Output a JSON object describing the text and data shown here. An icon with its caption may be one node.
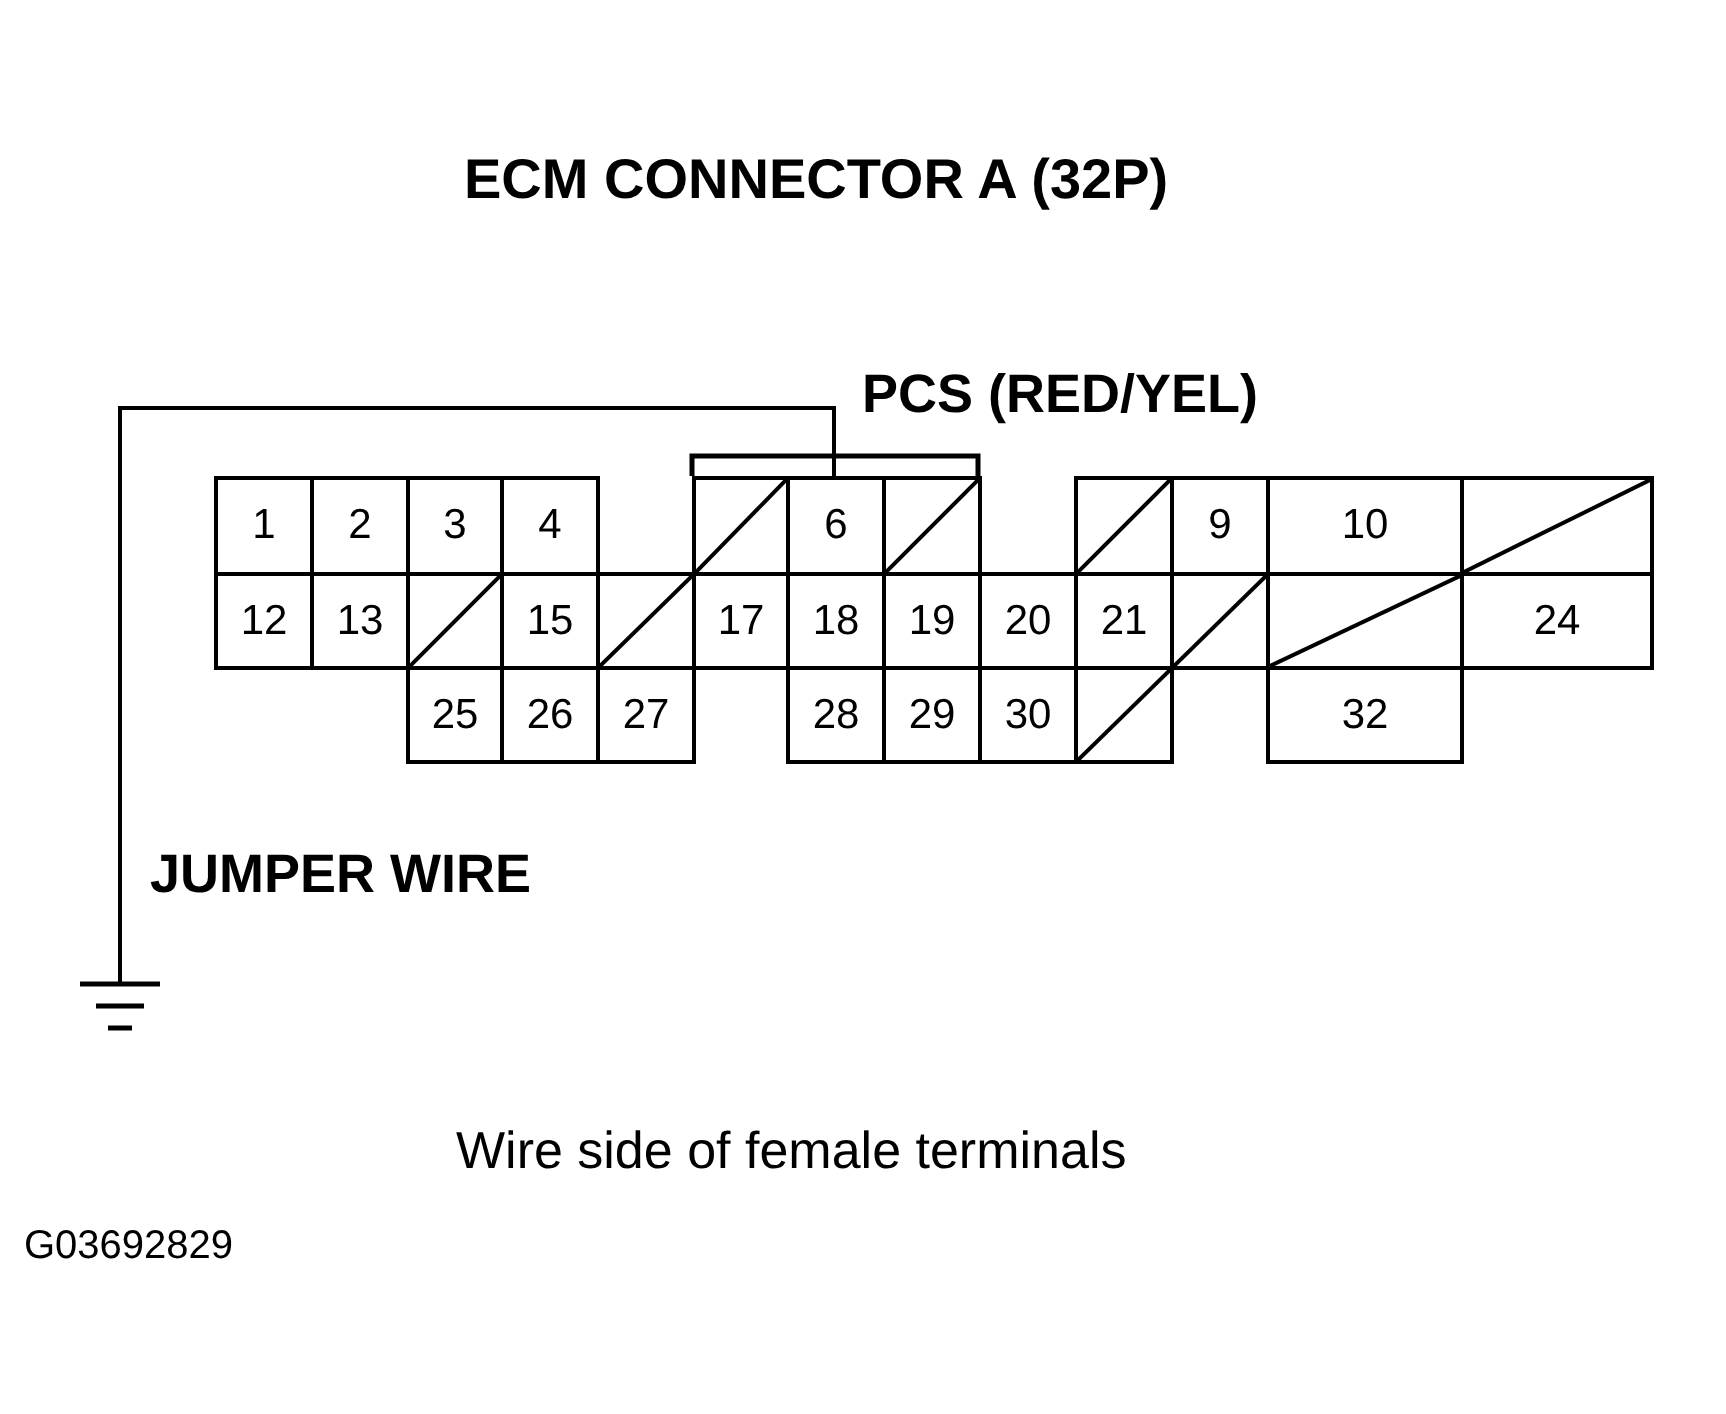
{
  "diagram": {
    "title": "ECM CONNECTOR A (32P)",
    "caption": "Wire side of female terminals",
    "nodes": [
      {
        "text": [
          "1"
        ]
      },
      {
        "text": [
          "2"
        ]
      },
      {
        "text": [
          "3"
        ]
      },
      {
        "text": [
          "4"
        ]
      },
      {
        "text": [],
        "shape": "box"
      },
      {
        "text": [
          "6"
        ],
        "beside": [
          "PCS (RED/YEL)"
        ]
      },
      {
        "text": [],
        "shape": "box"
      },
      {
        "text": [],
        "shape": "box"
      },
      {
        "text": [
          "9"
        ]
      },
      {
        "text": [
          "10"
        ]
      },
      {
        "text": [],
        "shape": "box"
      },
      {
        "text": [
          "12"
        ]
      },
      {
        "text": [
          "13"
        ]
      },
      {
        "text": [],
        "shape": "box"
      },
      {
        "text": [
          "15"
        ]
      },
      {
        "text": [],
        "shape": "box"
      },
      {
        "text": [
          "17"
        ]
      },
      {
        "text": [
          "18"
        ]
      },
      {
        "text": [
          "19"
        ]
      },
      {
        "text": [
          "20"
        ]
      },
      {
        "text": [
          "21"
        ]
      },
      {
        "text": [],
        "shape": "box"
      },
      {
        "text": [],
        "shape": "box"
      },
      {
        "text": [
          "24"
        ]
      },
      {
        "text": [
          "25"
        ]
      },
      {
        "text": [
          "26"
        ]
      },
      {
        "text": [
          "27"
        ]
      },
      {
        "text": [
          "28"
        ]
      },
      {
        "text": [
          "29"
        ]
      },
      {
        "text": [
          "30"
        ]
      },
      {
        "text": [],
        "shape": "box"
      },
      {
        "text": [
          "32"
        ]
      },
      {
        "text": [],
        "shape": "ground"
      }
    ],
    "edges": [
      {
        "from": 32,
        "to": 5,
        "arrow": "none",
        "label": "JUMPER WIRE"
      }
    ],
    "labels": [
      "G03692829"
    ]
  }
}
